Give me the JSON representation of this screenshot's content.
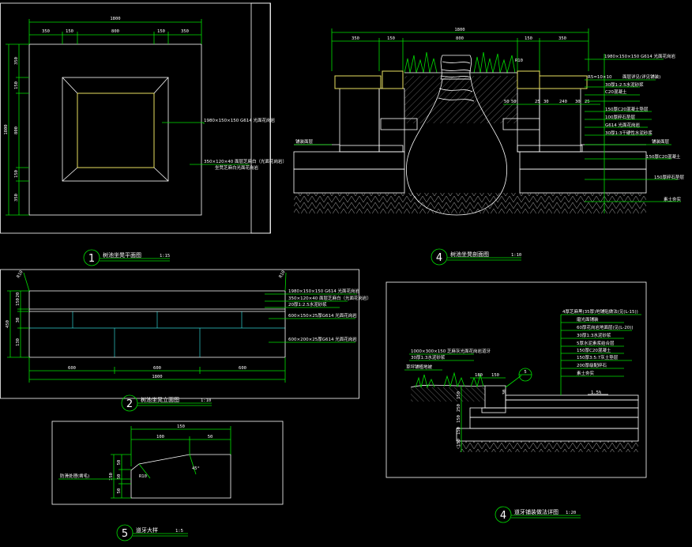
{
  "drawing": {
    "view1": {
      "number": "1",
      "title": "树池坐凳平面图",
      "scale": "1:15",
      "dims_top": [
        "1800",
        "350",
        "150",
        "800",
        "150",
        "350"
      ],
      "dims_left": [
        "1800",
        "350",
        "150",
        "800",
        "150",
        "350"
      ],
      "labels": [
        "1980×150×150 G614 光面花岗岩",
        "350×120×40 面层芝麻白（光面花岗岩）",
        "坐凳芝麻白光面花岗岩"
      ]
    },
    "view2": {
      "number": "2",
      "title": "树池坐凳立面图",
      "scale": "1:10",
      "corner_tags": [
        "R10",
        "R10"
      ],
      "dims_left": [
        "450",
        "20",
        "150",
        "30",
        "130"
      ],
      "dims_bottom": [
        "600",
        "600",
        "600",
        "1800"
      ],
      "labels": [
        "1980×150×150 G614 光面花岗岩",
        "350×120×40 面层芝麻白（光面花岗岩）",
        "20厚1:2.5水泥砂浆",
        "600×150×25厚G614 光面花岗岩",
        "600×200×25厚G614 光面花岗岩"
      ]
    },
    "view3": {
      "number": "4",
      "title": "树池坐凳剖面图",
      "scale": "1:10",
      "dims_top": [
        "1800",
        "350",
        "150",
        "800",
        "150",
        "350"
      ],
      "corner_tag": "R10",
      "dims_mid": [
        "50",
        "50",
        "25",
        "30",
        "240",
        "30",
        "25"
      ],
      "labels": [
        "1980×150×150 G614 光面花岗岩",
        "面层详见(详见铺装)",
        "R5=10×10",
        "30厚1:2.5水泥砂浆",
        "C20混凝土",
        "150厚C20混凝土垫层",
        "100厚碎石垫层",
        "G614 光面花岗岩",
        "30厚1:3干硬性水泥砂浆",
        "铺装面层",
        "150厚C20混凝土",
        "150厚碎石垫层",
        "素土夯实",
        "铺装面层"
      ]
    },
    "view4": {
      "number": "4",
      "title": "道牙铺装做法详图",
      "scale": "1:20",
      "tag_circle": "5",
      "dims_top": [
        "180",
        "150"
      ],
      "dims_left": [
        "150",
        "250",
        "150",
        "150",
        "150",
        "30"
      ],
      "slope": "1.5%",
      "labels": [
        "4厚芝麻黑(35厚)地铺贴做法(见(L-15))",
        "磨光面铺装",
        "60厚花岗岩地面层(见(L-20))",
        "30厚1:3水泥砂浆",
        "5厚水泥素浆结合层",
        "150厚C20混凝土",
        "150厚3:5:7灰土垫层",
        "200厚级配碎石",
        "素土夯实",
        "1000×300×150 芝麻灰光面花岗岩道牙",
        "30厚1:3水泥砂浆",
        "草坪铺植地被"
      ]
    },
    "view5": {
      "number": "5",
      "title": "道牙大样",
      "scale": "1:5",
      "dims_top": [
        "150",
        "100",
        "50"
      ],
      "dims_left": [
        "50",
        "50",
        "50",
        "150"
      ],
      "angle": "45°",
      "labels": [
        "防滑处理(凿毛)",
        "R10"
      ]
    }
  }
}
